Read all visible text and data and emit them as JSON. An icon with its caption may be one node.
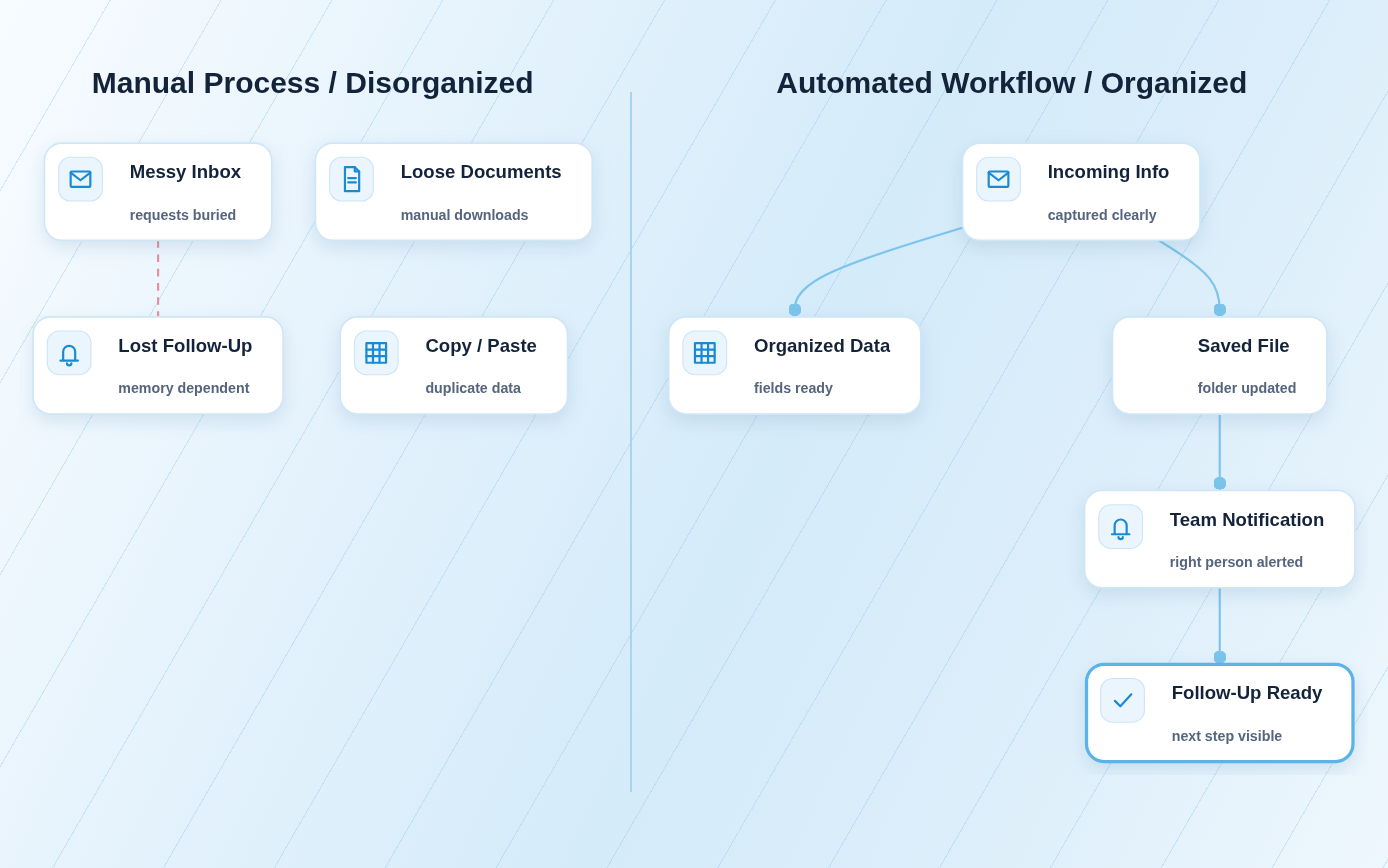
{
  "diagram": {
    "nodes": [
      {
        "text": [
          "Messy Inbox",
          "requests buried"
        ]
      },
      {
        "text": [
          "Loose Documents",
          "manual downloads"
        ]
      },
      {
        "text": [
          "Copy / Paste",
          "duplicate data"
        ]
      },
      {
        "text": [
          "Lost Follow-Up",
          "memory dependent"
        ]
      },
      {
        "text": [
          "Incoming Info",
          "captured clearly"
        ]
      },
      {
        "text": [
          "Organized Data",
          "fields ready"
        ]
      },
      {
        "text": [
          "Saved File",
          "folder updated"
        ]
      },
      {
        "text": [
          "Team Notification",
          "right person alerted"
        ]
      },
      {
        "text": [
          "Follow-Up Ready",
          "next step visible"
        ]
      }
    ],
    "edges": [
      {
        "from": 0,
        "to": 3,
        "arrow": "none",
        "style": "dashed",
        "color": "#e4919b"
      },
      {
        "from": 4,
        "to": 5,
        "arrow": "other"
      },
      {
        "from": 4,
        "to": 6,
        "arrow": "other"
      },
      {
        "from": 6,
        "to": 7,
        "arrow": "other"
      },
      {
        "from": 7,
        "to": 8,
        "arrow": "other"
      }
    ],
    "labels": [
      "Manual Process / Disorganized",
      "Automated Workflow / Organized"
    ]
  }
}
